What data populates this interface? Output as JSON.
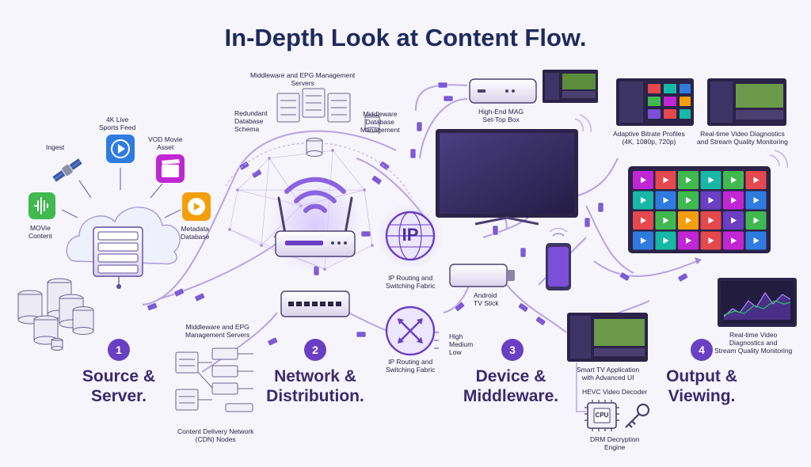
{
  "title": "In-Depth Look at Content Flow.",
  "labels": {
    "ingest": "Ingest",
    "sports_feed": "4K Live\nSports Feed",
    "vod_asset": "VOD Movie\nAsset",
    "movie_content": "MOVie\nContent",
    "metadata_db": "Metadata\nDatabase",
    "mw_epg_top": "Middleware and EPG Management\nServers",
    "redundant_schema": "Redundant\nDatabase\nSchema",
    "mw_db_mgmt": "Middleware\nDatabase\nManagement",
    "ip_routing_top": "IP Routing and\nSwitching Fabric",
    "ip_routing_bottom": "IP Routing and\nSwitching Fabric",
    "mw_epg_bottom": "Middleware and EPG\nManagement Servers",
    "cdn_nodes": "Content Delivery Network\n(CDN) Nodes",
    "quality_levels": "High\nMedium\nLow",
    "mag_box": "High-End MAG\nSet-Top Box",
    "android_stick": "Android\nTV Stick",
    "smart_tv_app": "Smart TV Application\nwith Advanced UI",
    "hevc": "HEVC Video Decoder",
    "drm": "DRM Decryption\nEngine",
    "adaptive": "Adaptive Bitrate Profiles\n(4K, 1080p, 720p)",
    "diag_top": "Real-time Video Diagnostics\nand Stream Quality Monitoring",
    "diag_bottom": "Real-time Video\nDiagnostics and\nStream Quality Monitoring",
    "ip_badge": "IP",
    "cpu": "CPU"
  },
  "stages": [
    {
      "num": "1",
      "title": "Source &\nServer."
    },
    {
      "num": "2",
      "title": "Network &\nDistribution."
    },
    {
      "num": "3",
      "title": "Device &\nMiddleware."
    },
    {
      "num": "4",
      "title": "Output &\nViewing."
    }
  ],
  "colors": {
    "purple": "#6a3fc4",
    "light_purple": "#c9b6f0",
    "navy": "#1e2a5e",
    "device_dark": "#3d3566",
    "teal": "#17b8a6",
    "blue": "#2f7be0",
    "green": "#3fb950",
    "orange": "#f59e0b",
    "red": "#e5484d",
    "magenta": "#c026d3"
  },
  "icons": [
    "satellite-icon",
    "play-icon",
    "clapperboard-icon",
    "sound-wave-icon",
    "film-reel-icon",
    "router-icon",
    "switch-icon",
    "ip-globe-icon",
    "cpu-icon",
    "key-icon",
    "wifi-icon",
    "server-rack-icon",
    "database-icon",
    "cloud-icon",
    "tv-icon",
    "set-top-box-icon",
    "phone-icon",
    "tv-stick-icon"
  ]
}
